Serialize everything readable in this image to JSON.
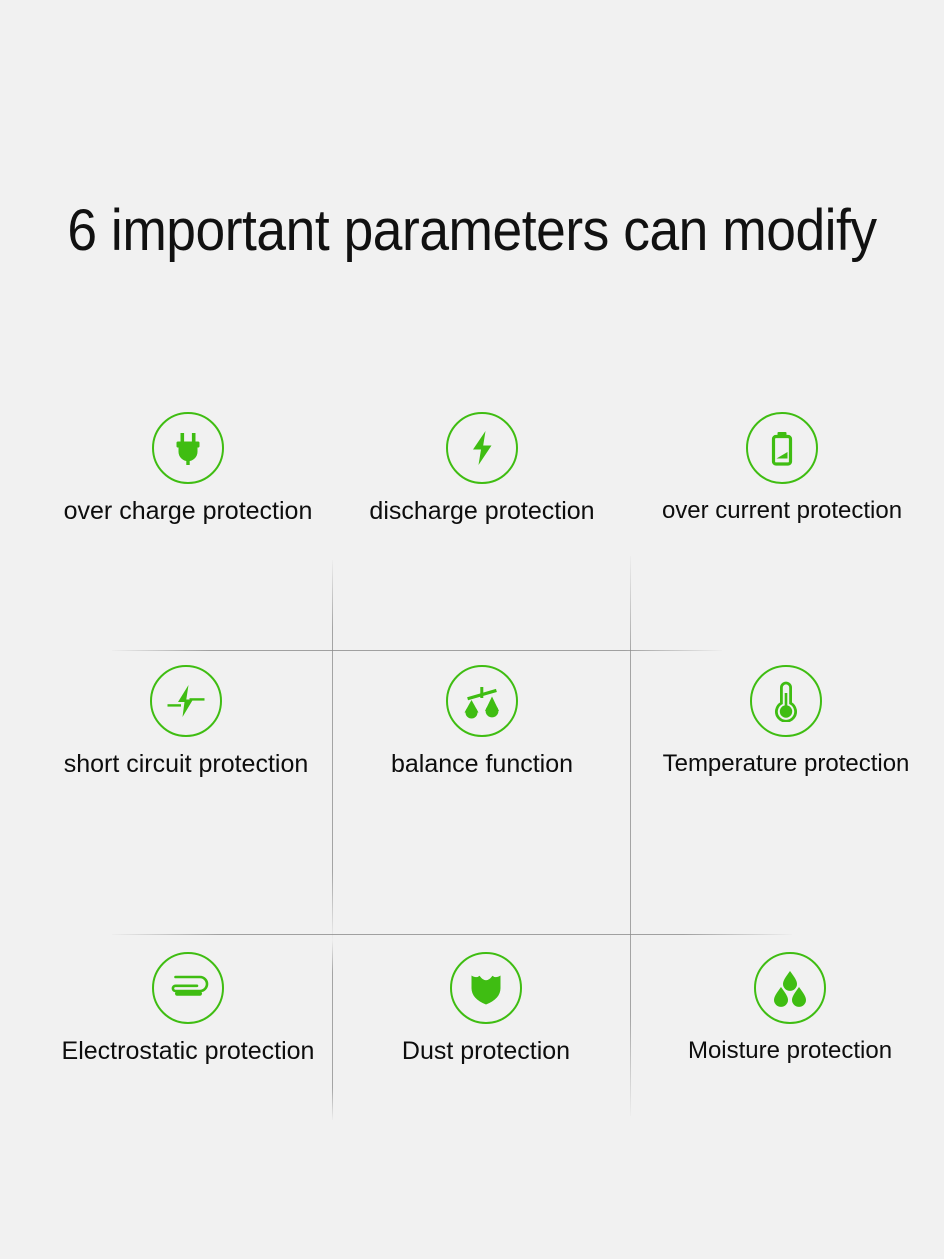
{
  "page": {
    "background_color": "#f1f1f1",
    "accent_color": "#3fbd12",
    "text_color": "#0d0d0d"
  },
  "title": "6 important parameters can modify",
  "features": [
    {
      "icon": "power-plug-icon",
      "label": "over charge protection"
    },
    {
      "icon": "lightning-bolt-icon",
      "label": "discharge protection"
    },
    {
      "icon": "battery-icon",
      "label": "over current protection"
    },
    {
      "icon": "short-circuit-bolt-icon",
      "label": "short circuit protection"
    },
    {
      "icon": "balance-scale-icon",
      "label": "balance function"
    },
    {
      "icon": "thermometer-icon",
      "label": "Temperature protection"
    },
    {
      "icon": "electrostatic-clip-icon",
      "label": "Electrostatic protection"
    },
    {
      "icon": "shield-icon",
      "label": "Dust protection"
    },
    {
      "icon": "water-droplets-icon",
      "label": "Moisture protection"
    }
  ]
}
